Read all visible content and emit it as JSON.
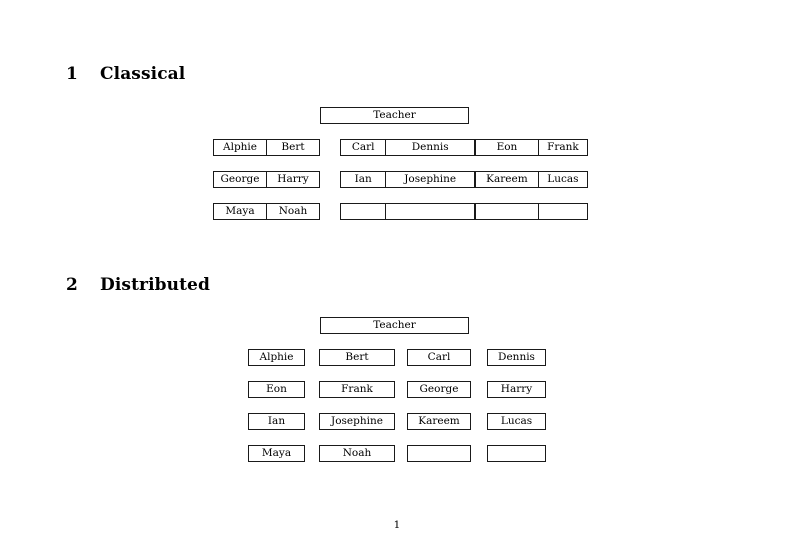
{
  "page": {
    "number": "1"
  },
  "sections": [
    {
      "number": "1",
      "title": "Classical",
      "teacher_label": "Teacher",
      "layout": "paired-groups",
      "rows": [
        {
          "groups": [
            {
              "cells": [
                "Alphie",
                "Bert"
              ]
            },
            {
              "cells": [
                "Carl",
                "Dennis"
              ]
            },
            {
              "cells": [
                "Eon",
                "Frank"
              ]
            }
          ]
        },
        {
          "groups": [
            {
              "cells": [
                "George",
                "Harry"
              ]
            },
            {
              "cells": [
                "Ian",
                "Josephine"
              ]
            },
            {
              "cells": [
                "Kareem",
                "Lucas"
              ]
            }
          ]
        },
        {
          "groups": [
            {
              "cells": [
                "Maya",
                "Noah"
              ]
            },
            {
              "cells": [
                "",
                ""
              ]
            },
            {
              "cells": [
                "",
                ""
              ]
            }
          ]
        }
      ]
    },
    {
      "number": "2",
      "title": "Distributed",
      "teacher_label": "Teacher",
      "layout": "single-boxes",
      "rows": [
        {
          "cells": [
            "Alphie",
            "Bert",
            "Carl",
            "Dennis"
          ]
        },
        {
          "cells": [
            "Eon",
            "Frank",
            "George",
            "Harry"
          ]
        },
        {
          "cells": [
            "Ian",
            "Josephine",
            "Kareem",
            "Lucas"
          ]
        },
        {
          "cells": [
            "Maya",
            "Noah",
            "",
            ""
          ]
        }
      ]
    }
  ]
}
